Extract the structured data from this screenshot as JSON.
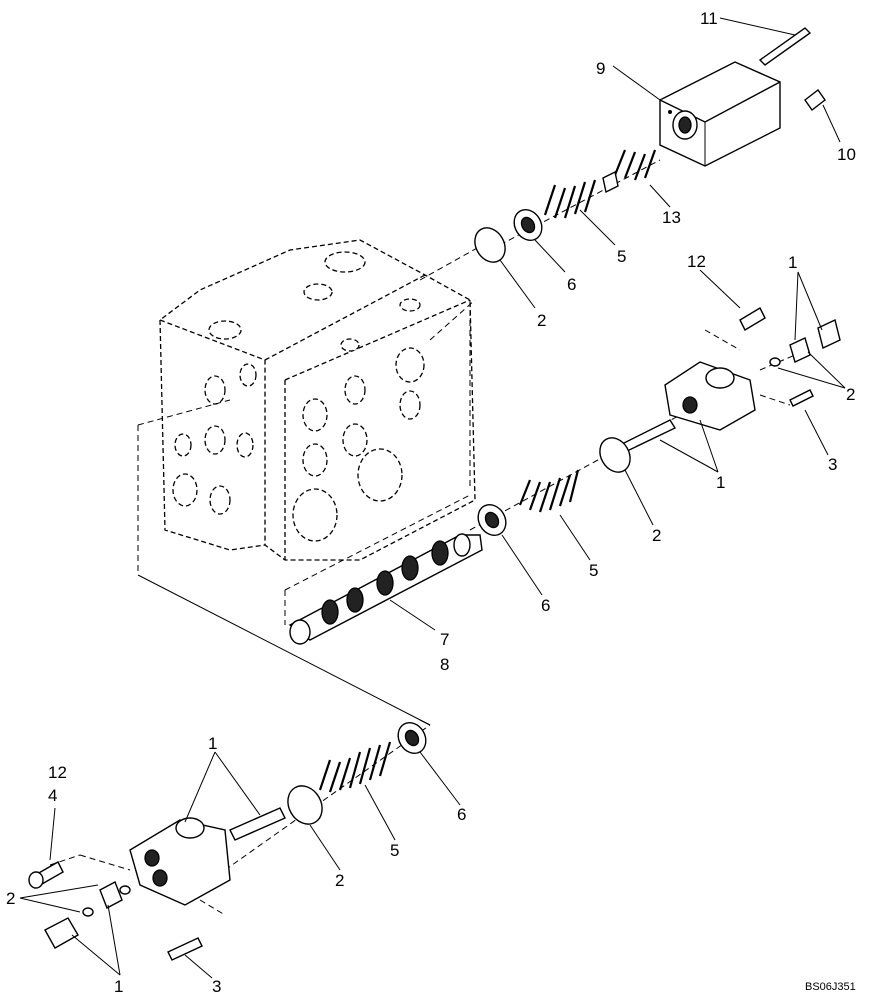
{
  "diagram": {
    "code": "BS06J351",
    "callouts": {
      "c11": "11",
      "c9": "9",
      "c10": "10",
      "c13": "13",
      "c5a": "5",
      "c6a": "6",
      "c2a": "2",
      "c12a": "12",
      "c1a": "1",
      "c2b": "2",
      "c3a": "3",
      "c1b": "1",
      "c2c": "2",
      "c5b": "5",
      "c6b": "6",
      "c7": "7",
      "c8": "8",
      "c1c": "1",
      "c12b": "12",
      "c4": "4",
      "c2d": "2",
      "c5c": "5",
      "c6c": "6",
      "c2e": "2",
      "c1d": "1",
      "c3b": "3"
    }
  }
}
